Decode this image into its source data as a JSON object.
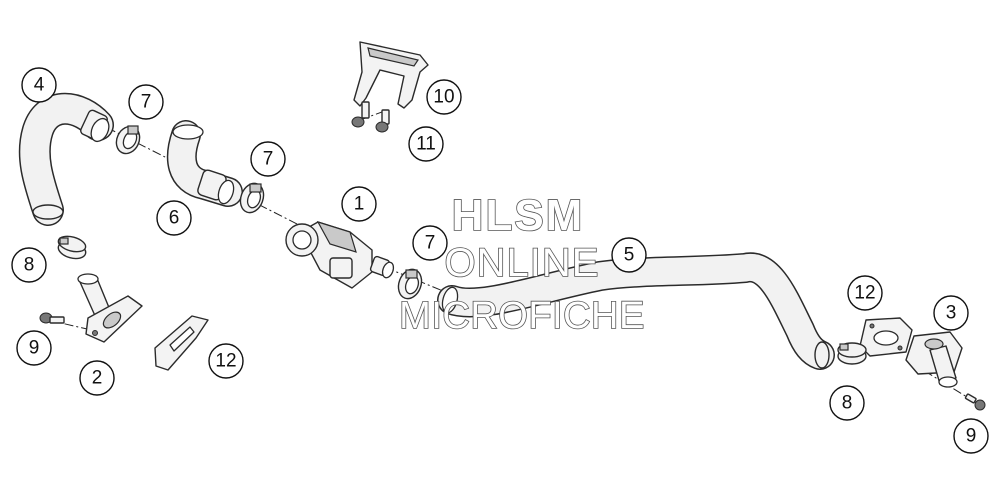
{
  "callouts": [
    {
      "id": "c1",
      "label": "1"
    },
    {
      "id": "c2",
      "label": "2"
    },
    {
      "id": "c3",
      "label": "3"
    },
    {
      "id": "c4",
      "label": "4"
    },
    {
      "id": "c5",
      "label": "5"
    },
    {
      "id": "c6",
      "label": "6"
    },
    {
      "id": "c7a",
      "label": "7"
    },
    {
      "id": "c7b",
      "label": "7"
    },
    {
      "id": "c7c",
      "label": "7"
    },
    {
      "id": "c8a",
      "label": "8"
    },
    {
      "id": "c8b",
      "label": "8"
    },
    {
      "id": "c9a",
      "label": "9"
    },
    {
      "id": "c9b",
      "label": "9"
    },
    {
      "id": "c10",
      "label": "10"
    },
    {
      "id": "c11",
      "label": "11"
    },
    {
      "id": "c12a",
      "label": "12"
    },
    {
      "id": "c12b",
      "label": "12"
    }
  ],
  "watermark": {
    "line1": "HLSM",
    "line2": "ONLINE",
    "line3": "MICROFICHE"
  }
}
